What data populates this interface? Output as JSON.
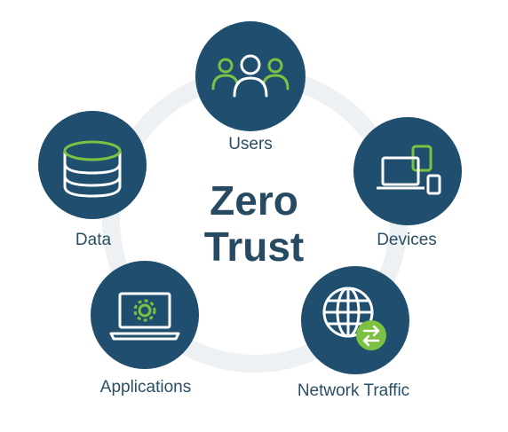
{
  "title": {
    "line1": "Zero",
    "line2": "Trust"
  },
  "nodes": [
    {
      "id": "users",
      "label": "Users",
      "icon": "users-group-icon"
    },
    {
      "id": "devices",
      "label": "Devices",
      "icon": "devices-icon"
    },
    {
      "id": "network-traffic",
      "label": "Network Traffic",
      "icon": "globe-exchange-icon"
    },
    {
      "id": "applications",
      "label": "Applications",
      "icon": "laptop-gear-icon"
    },
    {
      "id": "data",
      "label": "Data",
      "icon": "database-icon"
    }
  ],
  "colors": {
    "circle": "#1f4e6e",
    "ring": "#eef1f4",
    "accent": "#7cc242",
    "text": "#2a4e63",
    "icon_stroke": "#ffffff"
  }
}
